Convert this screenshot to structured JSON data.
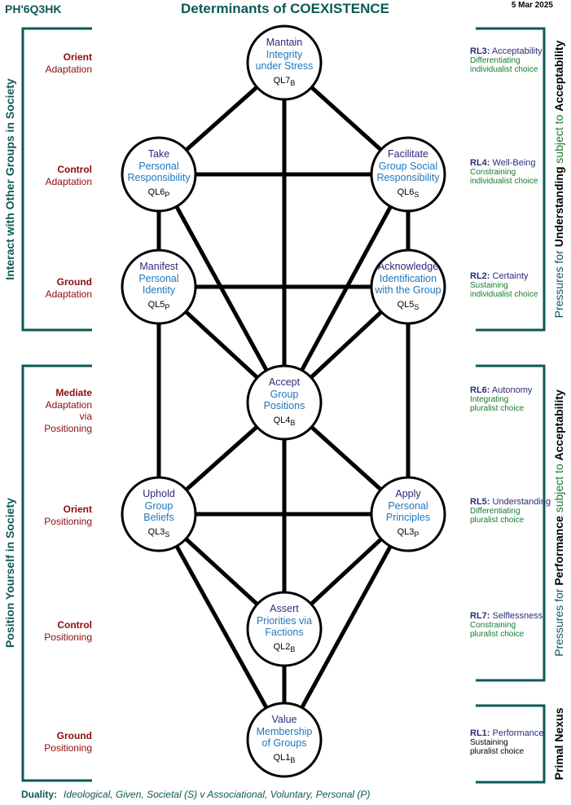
{
  "header": {
    "code": "PH'6Q3HK",
    "title": "Determinants of COEXISTENCE",
    "date": "5 Mar 2025"
  },
  "left_brackets": [
    {
      "label": "Interact  with  Other  Groups  in  Society"
    },
    {
      "label": "Position  Yourself  in  Society"
    }
  ],
  "levels": [
    {
      "l1": "Orient",
      "l2": "Adaptation",
      "l3": "",
      "l4": ""
    },
    {
      "l1": "Control",
      "l2": "Adaptation",
      "l3": "",
      "l4": ""
    },
    {
      "l1": "Ground",
      "l2": "Adaptation",
      "l3": "",
      "l4": ""
    },
    {
      "l1": "Mediate",
      "l2": "Adaptation",
      "l3": "via",
      "l4": "Positioning"
    },
    {
      "l1": "Orient",
      "l2": "Positioning",
      "l3": "",
      "l4": ""
    },
    {
      "l1": "Control",
      "l2": "Positioning",
      "l3": "",
      "l4": ""
    },
    {
      "l1": "Ground",
      "l2": "Positioning",
      "l3": "",
      "l4": ""
    }
  ],
  "nodes": [
    {
      "id": "QL7",
      "label": [
        "Mantain",
        "Integrity",
        "under Stress"
      ],
      "code": "QL7",
      "sub": "B"
    },
    {
      "id": "QL6P",
      "label": [
        "Take",
        "Personal",
        "Responsibility"
      ],
      "code": "QL6",
      "sub": "P"
    },
    {
      "id": "QL6S",
      "label": [
        "Facilitate",
        "Group Social",
        "Responsibility"
      ],
      "code": "QL6",
      "sub": "S"
    },
    {
      "id": "QL5P",
      "label": [
        "Manifest",
        "Personal",
        "Identity"
      ],
      "code": "QL5",
      "sub": "P"
    },
    {
      "id": "QL5S",
      "label": [
        "Acknowledge",
        "Identification",
        "with the Group"
      ],
      "code": "QL5",
      "sub": "S"
    },
    {
      "id": "QL4",
      "label": [
        "Accept",
        "Group",
        "Positions"
      ],
      "code": "QL4",
      "sub": "B"
    },
    {
      "id": "QL3S",
      "label": [
        "Uphold",
        "Group",
        "Beliefs"
      ],
      "code": "QL3",
      "sub": "S"
    },
    {
      "id": "QL3P",
      "label": [
        "Apply",
        "Personal",
        "Principles"
      ],
      "code": "QL3",
      "sub": "P"
    },
    {
      "id": "QL2",
      "label": [
        "Assert",
        "Priorities via",
        "Factions"
      ],
      "code": "QL2",
      "sub": "B"
    },
    {
      "id": "QL1",
      "label": [
        "Value",
        "Membership",
        "of Groups"
      ],
      "code": "QL1",
      "sub": "B"
    }
  ],
  "edges": [
    [
      "QL7",
      "QL6P"
    ],
    [
      "QL7",
      "QL6S"
    ],
    [
      "QL7",
      "QL4"
    ],
    [
      "QL6P",
      "QL6S"
    ],
    [
      "QL6P",
      "QL5P"
    ],
    [
      "QL6P",
      "QL4"
    ],
    [
      "QL6S",
      "QL5S"
    ],
    [
      "QL6S",
      "QL4"
    ],
    [
      "QL5P",
      "QL5S"
    ],
    [
      "QL5P",
      "QL4"
    ],
    [
      "QL5P",
      "QL3S"
    ],
    [
      "QL5S",
      "QL4"
    ],
    [
      "QL5S",
      "QL3P"
    ],
    [
      "QL4",
      "QL3S"
    ],
    [
      "QL4",
      "QL3P"
    ],
    [
      "QL4",
      "QL2"
    ],
    [
      "QL3S",
      "QL3P"
    ],
    [
      "QL3S",
      "QL2"
    ],
    [
      "QL3S",
      "QL1"
    ],
    [
      "QL3P",
      "QL2"
    ],
    [
      "QL3P",
      "QL1"
    ],
    [
      "QL2",
      "QL1"
    ]
  ],
  "right_levels": [
    {
      "code": "RL3:",
      "name": "Acceptability",
      "d1": "Differentiating",
      "d2": "individualist choice"
    },
    {
      "code": "RL4:",
      "name": "Well-Being",
      "d1": "Constraining",
      "d2": "individualist choice"
    },
    {
      "code": "RL2:",
      "name": "Certainty",
      "d1": "Sustaining",
      "d2": "individualist choice"
    },
    {
      "code": "RL6:",
      "name": "Autonomy",
      "d1": "Integrating",
      "d2": "pluralist choice"
    },
    {
      "code": "RL5:",
      "name": "Understanding",
      "d1": "Differentiating",
      "d2": "pluralist choice"
    },
    {
      "code": "RL7:",
      "name": "Selflessness",
      "d1": "Constraining",
      "d2": "pluralist choice"
    },
    {
      "code": "RL1:",
      "name": "Performance",
      "d1": "Sustaining",
      "d2": "pluralist choice"
    }
  ],
  "right_brackets": [
    {
      "p1": "Pressures for ",
      "p2": "Understanding",
      "p3": " subject to ",
      "p4": "Acceptability"
    },
    {
      "p1": "Pressures for ",
      "p2": "Performance",
      "p3": " subject to ",
      "p4": "Acceptability"
    },
    {
      "p1": "Primal Nexus",
      "p2": "",
      "p3": "",
      "p4": ""
    }
  ],
  "footer": {
    "label": "Duality:",
    "text": "Ideological, Given, Societal (S)  v  Associational, Voluntary, Personal (P)"
  },
  "colors": {
    "teal": "#0b5a55",
    "dark_red": "#8b0c0c",
    "navy": "#2c2c7a",
    "blue": "#1f77bd",
    "green": "#157a2c"
  }
}
